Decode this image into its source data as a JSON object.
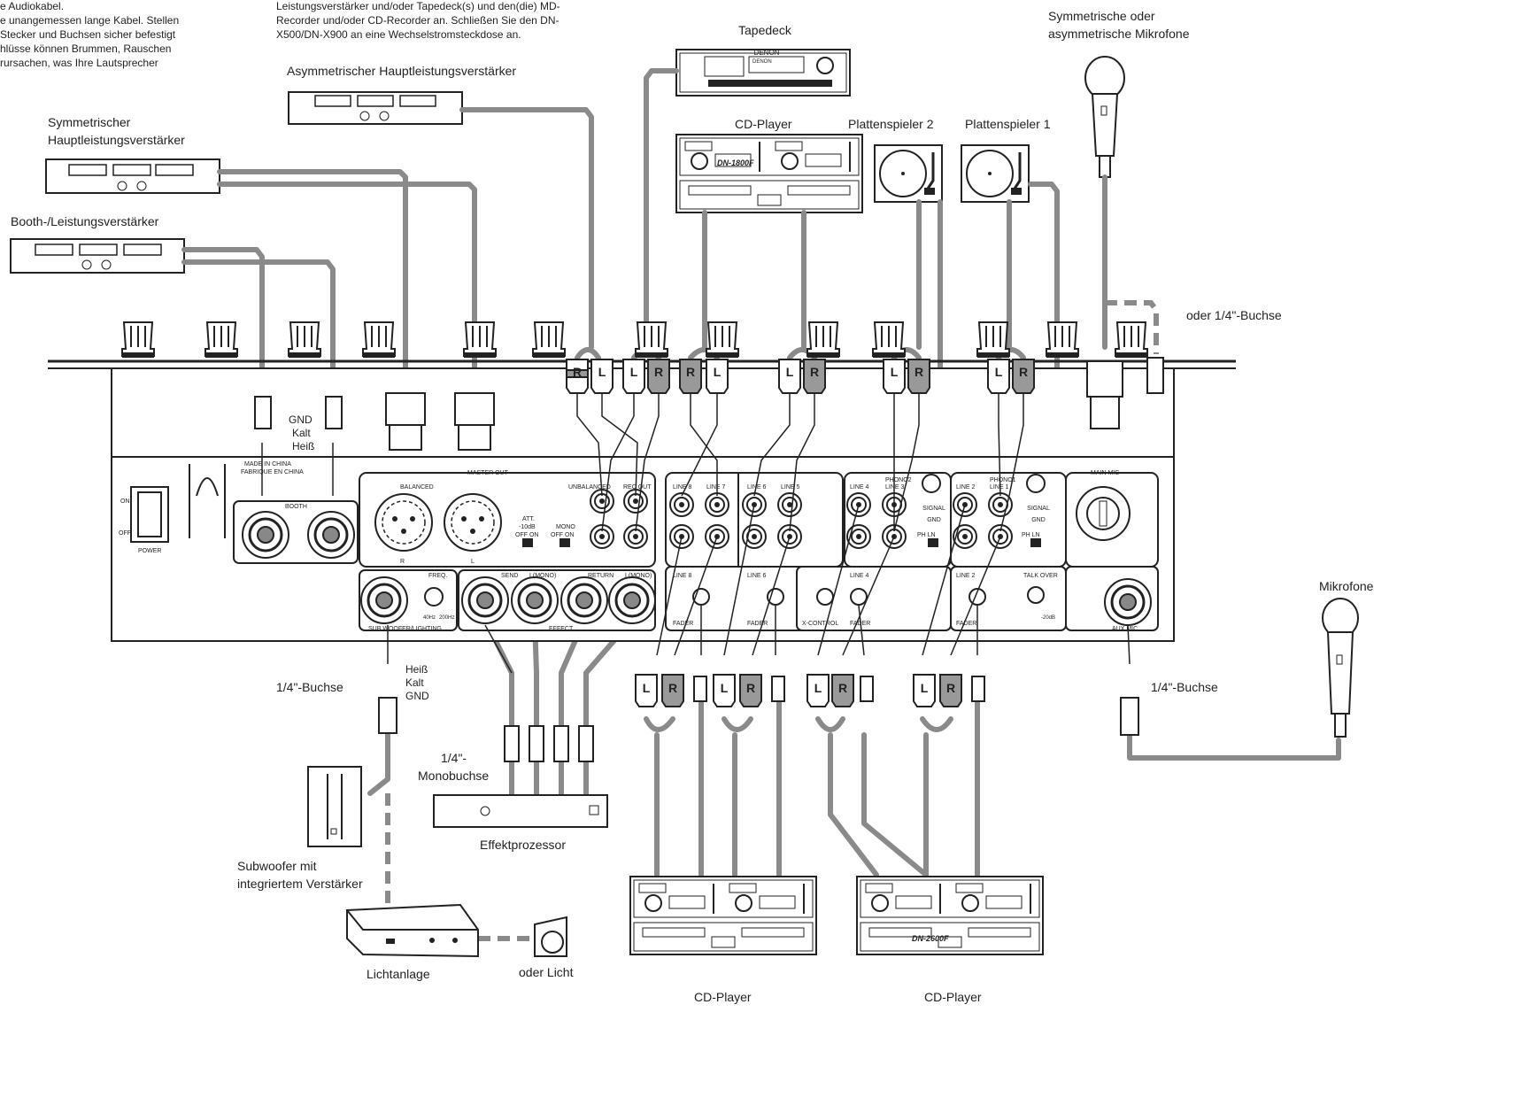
{
  "intro_left": {
    "line1": "e Audiokabel.",
    "line2": "e unangemessen lange Kabel. Stellen",
    "line3": "Stecker und Buchsen sicher befestigt",
    "line4": "hlüsse können Brummen, Rauschen",
    "line5": "rursachen, was Ihre Lautsprecher"
  },
  "intro_center": {
    "line1": "Leistungsverstärker und/oder Tapedeck(s) und den(die) MD-",
    "line2": "Recorder und/oder CD-Recorder an. Schließen Sie den DN-",
    "line3": "X500/DN-X900 an eine Wechselstromsteckdose an."
  },
  "labels": {
    "tapedeck": "Tapedeck",
    "asym_amp": "Asymmetrischer Hauptleistungsverstärker",
    "sym_amp_1": "Symmetrischer",
    "sym_amp_2": "Hauptleistungsverstärker",
    "booth_amp": "Booth-/Leistungsverstärker",
    "cd_player_top": "CD-Player",
    "turntable2": "Plattenspieler 2",
    "turntable1": "Plattenspieler 1",
    "mic_sym_1": "Symmetrische oder",
    "mic_sym_2": "asymmetrische Mikrofone",
    "or_jack": "oder 1/4\"-Buchse",
    "gnd": "GND",
    "cold": "Kalt",
    "hot": "Heiß",
    "hot2": "Heiß",
    "cold2": "Kalt",
    "gnd2": "GND",
    "jack_sub": "1/4\"-Buchse",
    "mono_jack_1": "1/4\"-",
    "mono_jack_2": "Monobuchse",
    "effects": "Effektprozessor",
    "subwoofer_1": "Subwoofer mit",
    "subwoofer_2": "integriertem Verstärker",
    "lighting": "Lichtanlage",
    "or_light": "oder Licht",
    "cd_player_bottom_left": "CD-Player",
    "cd_player_bottom_right": "CD-Player",
    "microphones": "Mikrofone",
    "jack_mic": "1/4\"-Buchse"
  },
  "panel": {
    "power": "POWER",
    "on": "ON",
    "off": "OFF",
    "booth": "BOOTH",
    "made_in": "MADE IN CHINA",
    "fabrique": "FABRIQUE EN CHINA",
    "balanced": "BALANCED",
    "master_out": "MASTER OUT",
    "unbalanced": "UNBALANCED",
    "rec_out": "REC OUT",
    "att": "ATT.",
    "att_db": "-10dB",
    "off_on": "OFF  ON",
    "mono": "MONO",
    "line8": "LINE 8",
    "line7": "LINE 7",
    "line6": "LINE 6",
    "line5": "LINE 5",
    "line4": "LINE 4",
    "phono2": "PHONO2",
    "line3": "LINE 3",
    "line2": "LINE 2",
    "phono1": "PHONO1",
    "line1": "LINE 1",
    "main_mic": "MAIN MIC",
    "signal_gnd": "SIGNAL GND",
    "ph_ln": "PH   LN",
    "freq": "FREQ.",
    "hz40": "40Hz",
    "hz200": "200Hz",
    "sub_light": "SUB WOOFER/LIGHTING",
    "send": "SEND",
    "return": "RETURN",
    "l_mono": "L(MONO)",
    "effect": "EFFECT",
    "fader": "FADER",
    "x_control": "X-CONTROL",
    "talk_over": "TALK OVER",
    "db20": "-20dB",
    "aux_mic": "AUX MIC",
    "l": "L",
    "r": "R"
  },
  "device_text": {
    "denon": "DENON",
    "model": "DN-1800F",
    "model2": "DN-2600F"
  }
}
